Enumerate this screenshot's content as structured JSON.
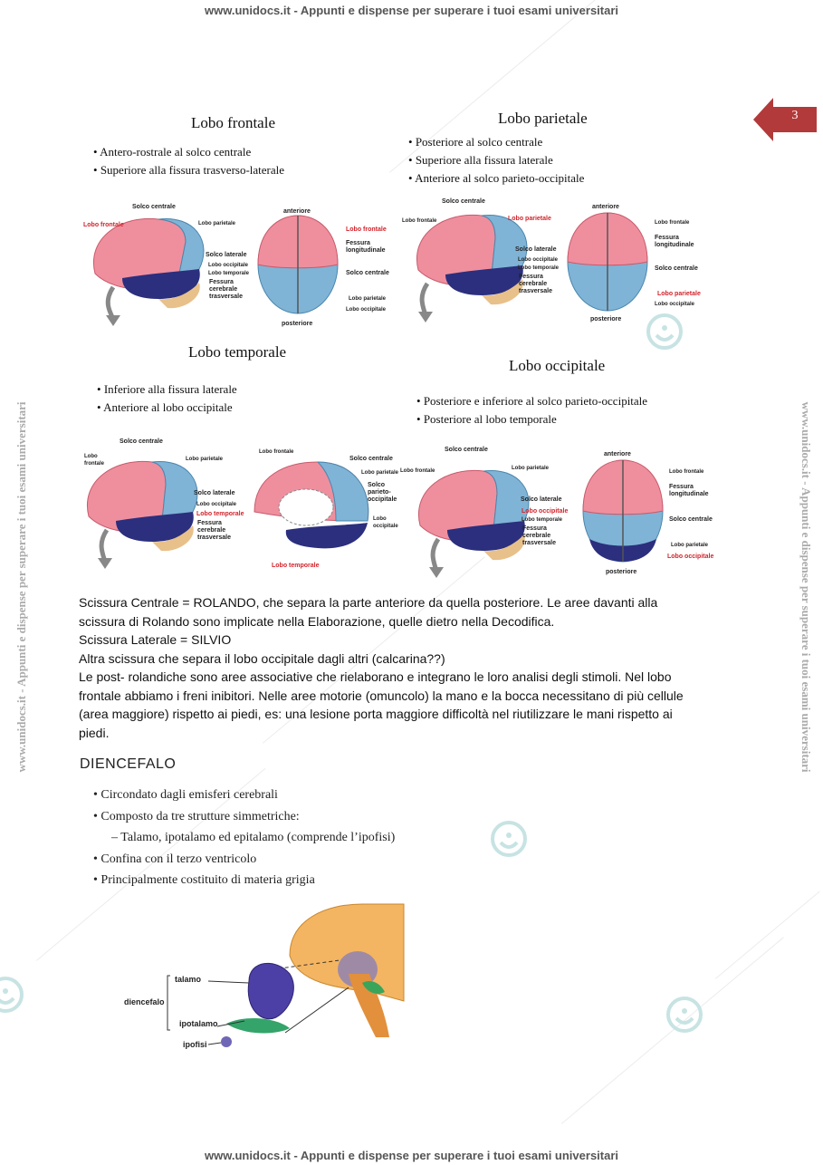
{
  "watermark": {
    "header": "www.unidocs.it - Appunti e dispense per superare i tuoi esami universitari",
    "footer": "www.unidocs.it - Appunti e dispense per superare i tuoi esami universitari",
    "vertical_left": "www.unidocs.it - Appunti e dispense per superare i tuoi esami universitari",
    "vertical_right": "www.unidocs.it - Appunti e dispense per superare i tuoi esami universitari"
  },
  "page_number": "3",
  "lobes": [
    {
      "title": "Lobo frontale",
      "bullets": [
        "Antero-rostrale al solco centrale",
        "Superiore alla fissura trasverso-laterale"
      ]
    },
    {
      "title": "Lobo parietale",
      "bullets": [
        "Posteriore al solco centrale",
        "Superiore alla fissura laterale",
        "Anteriore al solco parieto-occipitale"
      ]
    },
    {
      "title": "Lobo temporale",
      "bullets": [
        "Inferiore alla fissura laterale",
        "Anteriore al lobo occipitale"
      ]
    },
    {
      "title": "Lobo occipitale",
      "bullets": [
        "Posteriore e inferiore al solco parieto-occipitale",
        "Posteriore al lobo temporale"
      ]
    }
  ],
  "figure_labels": {
    "solco_centrale": "Solco centrale",
    "lobo_frontale": "Lobo frontale",
    "lobo_parietale": "Lobo parietale",
    "solco_laterale": "Solco laterale",
    "lobo_occipitale": "Lobo occipitale",
    "lobo_temporale": "Lobo temporale",
    "fessura_cerebrale": "Fessura cerebrale trasversale",
    "anteriore": "anteriore",
    "posteriore": "posteriore",
    "fessura_long": "Fessura longitudinale",
    "solco_parieto": "Solco parieto-occipitale"
  },
  "paragraph": [
    "Scissura Centrale = ROLANDO, che separa la parte anteriore da quella posteriore. Le aree davanti alla",
    "scissura di Rolando sono implicate nella Elaborazione, quelle dietro nella Decodifica.",
    "Scissura Laterale = SILVIO",
    "Altra scissura che separa il lobo occipitale dagli altri (calcarina??)",
    "Le post- rolandiche sono aree associative che rielaborano e integrano le loro analisi degli stimoli. Nel lobo",
    "frontale abbiamo i freni inibitori. Nelle aree motorie (omuncolo) la mano e la bocca necessitano di più cellule",
    "(area maggiore) rispetto ai piedi, es: una lesione porta maggiore difficoltà nel riutilizzare le mani rispetto ai",
    "piedi."
  ],
  "diencefalo": {
    "heading": "DIENCEFALO",
    "bullets": [
      "Circondato dagli emisferi cerebrali",
      "Composto da tre strutture simmetriche:",
      "Confina con il terzo ventricolo",
      "Principalmente costituito di materia grigia"
    ],
    "sub_bullet": "Talamo, ipotalamo ed epitalamo (comprende l’ipofisi)",
    "labels": {
      "talamo": "talamo",
      "diencefalo": "diencefalo",
      "ipotalamo": "ipotalamo",
      "ipofisi": "ipofisi"
    }
  },
  "colors": {
    "frontal": "#ef8f9e",
    "parietal": "#7fb4d6",
    "temporal": "#2b2f7d",
    "occipital": "#e8c08a",
    "label_red": "#d2232a",
    "page_tab": "#b33a3a"
  }
}
